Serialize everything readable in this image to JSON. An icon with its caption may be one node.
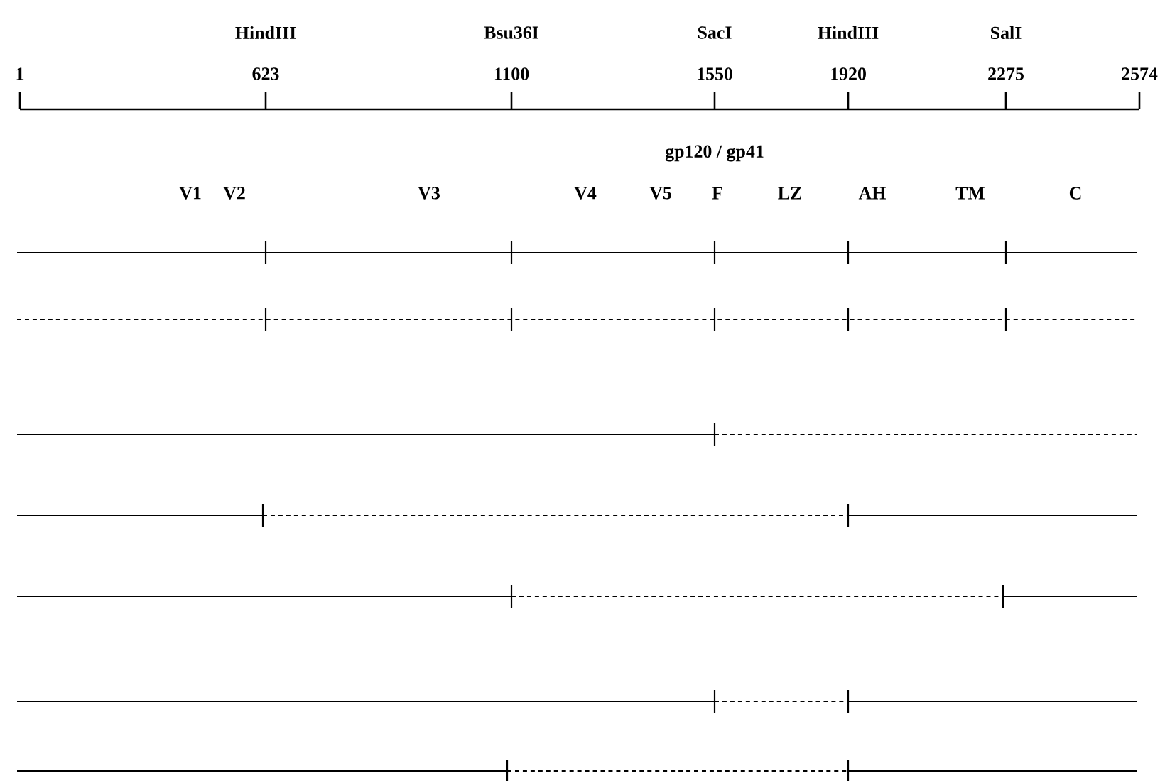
{
  "diagram": {
    "labels": [
      "HindIII",
      "Bsu36I",
      "SacI",
      "HindIII",
      "SalI",
      "1",
      "623",
      "1100",
      "1550",
      "1920",
      "2275",
      "2574",
      "gp120 / gp41",
      "V1",
      "V2",
      "V3",
      "V4",
      "V5",
      "F",
      "LZ",
      "AH",
      "TM",
      "C"
    ]
  }
}
